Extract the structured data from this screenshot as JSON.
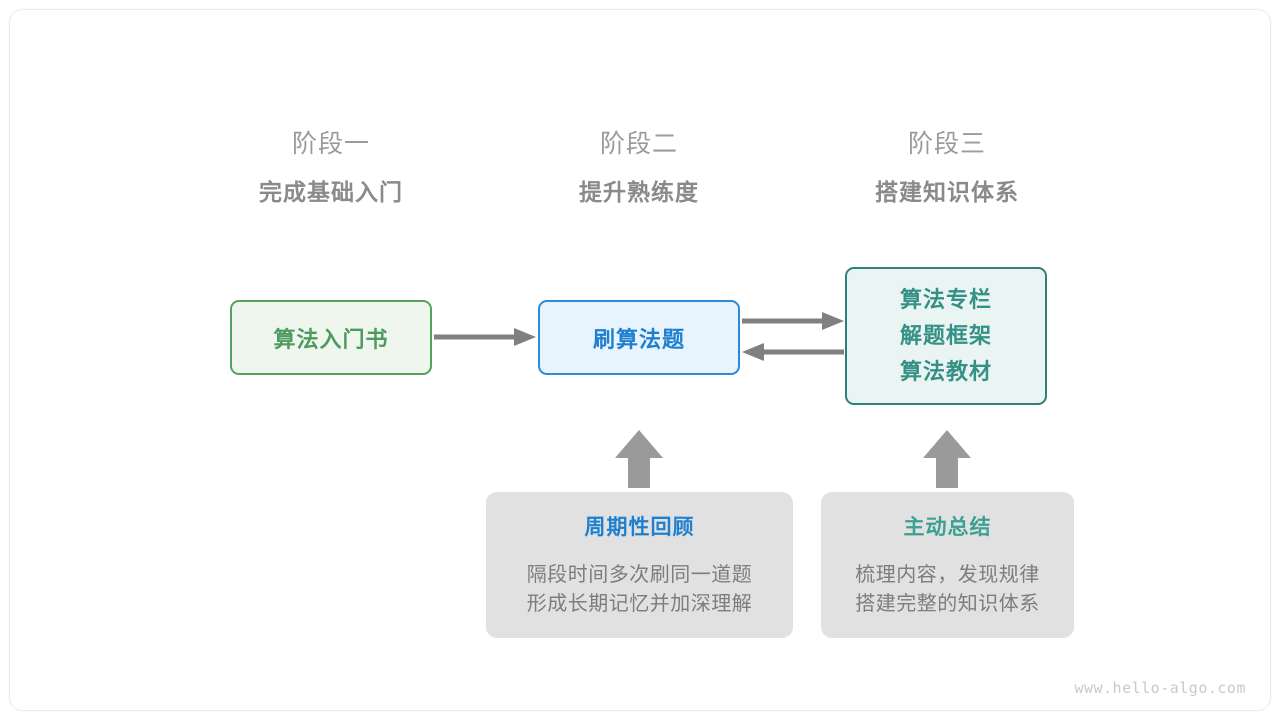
{
  "watermark": "www.hello-algo.com",
  "colors": {
    "green": "#4f9a5d",
    "green_border": "#58a05e",
    "green_fill": "#eef6ee",
    "blue": "#1f80d0",
    "blue_border": "#2e8ad6",
    "blue_fill": "#e7f3fd",
    "teal": "#359186",
    "teal_border": "#2e8179",
    "teal_fill": "#eaf4f2",
    "gray_card": "#e1e1e1",
    "gray_text": "#7d7d7d",
    "heading_num": "#9b9b9b",
    "heading_title": "#8a8a8a",
    "arrow": "#808080"
  },
  "stages": [
    {
      "num": "阶段一",
      "title": "完成基础入门"
    },
    {
      "num": "阶段二",
      "title": "提升熟练度"
    },
    {
      "num": "阶段三",
      "title": "搭建知识体系"
    }
  ],
  "flow_boxes": {
    "book": {
      "label": "算法入门书"
    },
    "practice": {
      "label": "刷算法题"
    },
    "knowledge": {
      "line1": "算法专栏",
      "line2": "解题框架",
      "line3": "算法教材"
    }
  },
  "notes": [
    {
      "title": "周期性回顾",
      "line1": "隔段时间多次刷同一道题",
      "line2": "形成长期记忆并加深理解"
    },
    {
      "title": "主动总结",
      "line1": "梳理内容，发现规律",
      "line2": "搭建完整的知识体系"
    }
  ],
  "arrows": [
    {
      "name": "book-to-practice",
      "direction": "right"
    },
    {
      "name": "practice-to-knowledge",
      "direction": "right"
    },
    {
      "name": "knowledge-to-practice",
      "direction": "left"
    },
    {
      "name": "review-to-practice",
      "direction": "up"
    },
    {
      "name": "summary-to-knowledge",
      "direction": "up"
    }
  ]
}
